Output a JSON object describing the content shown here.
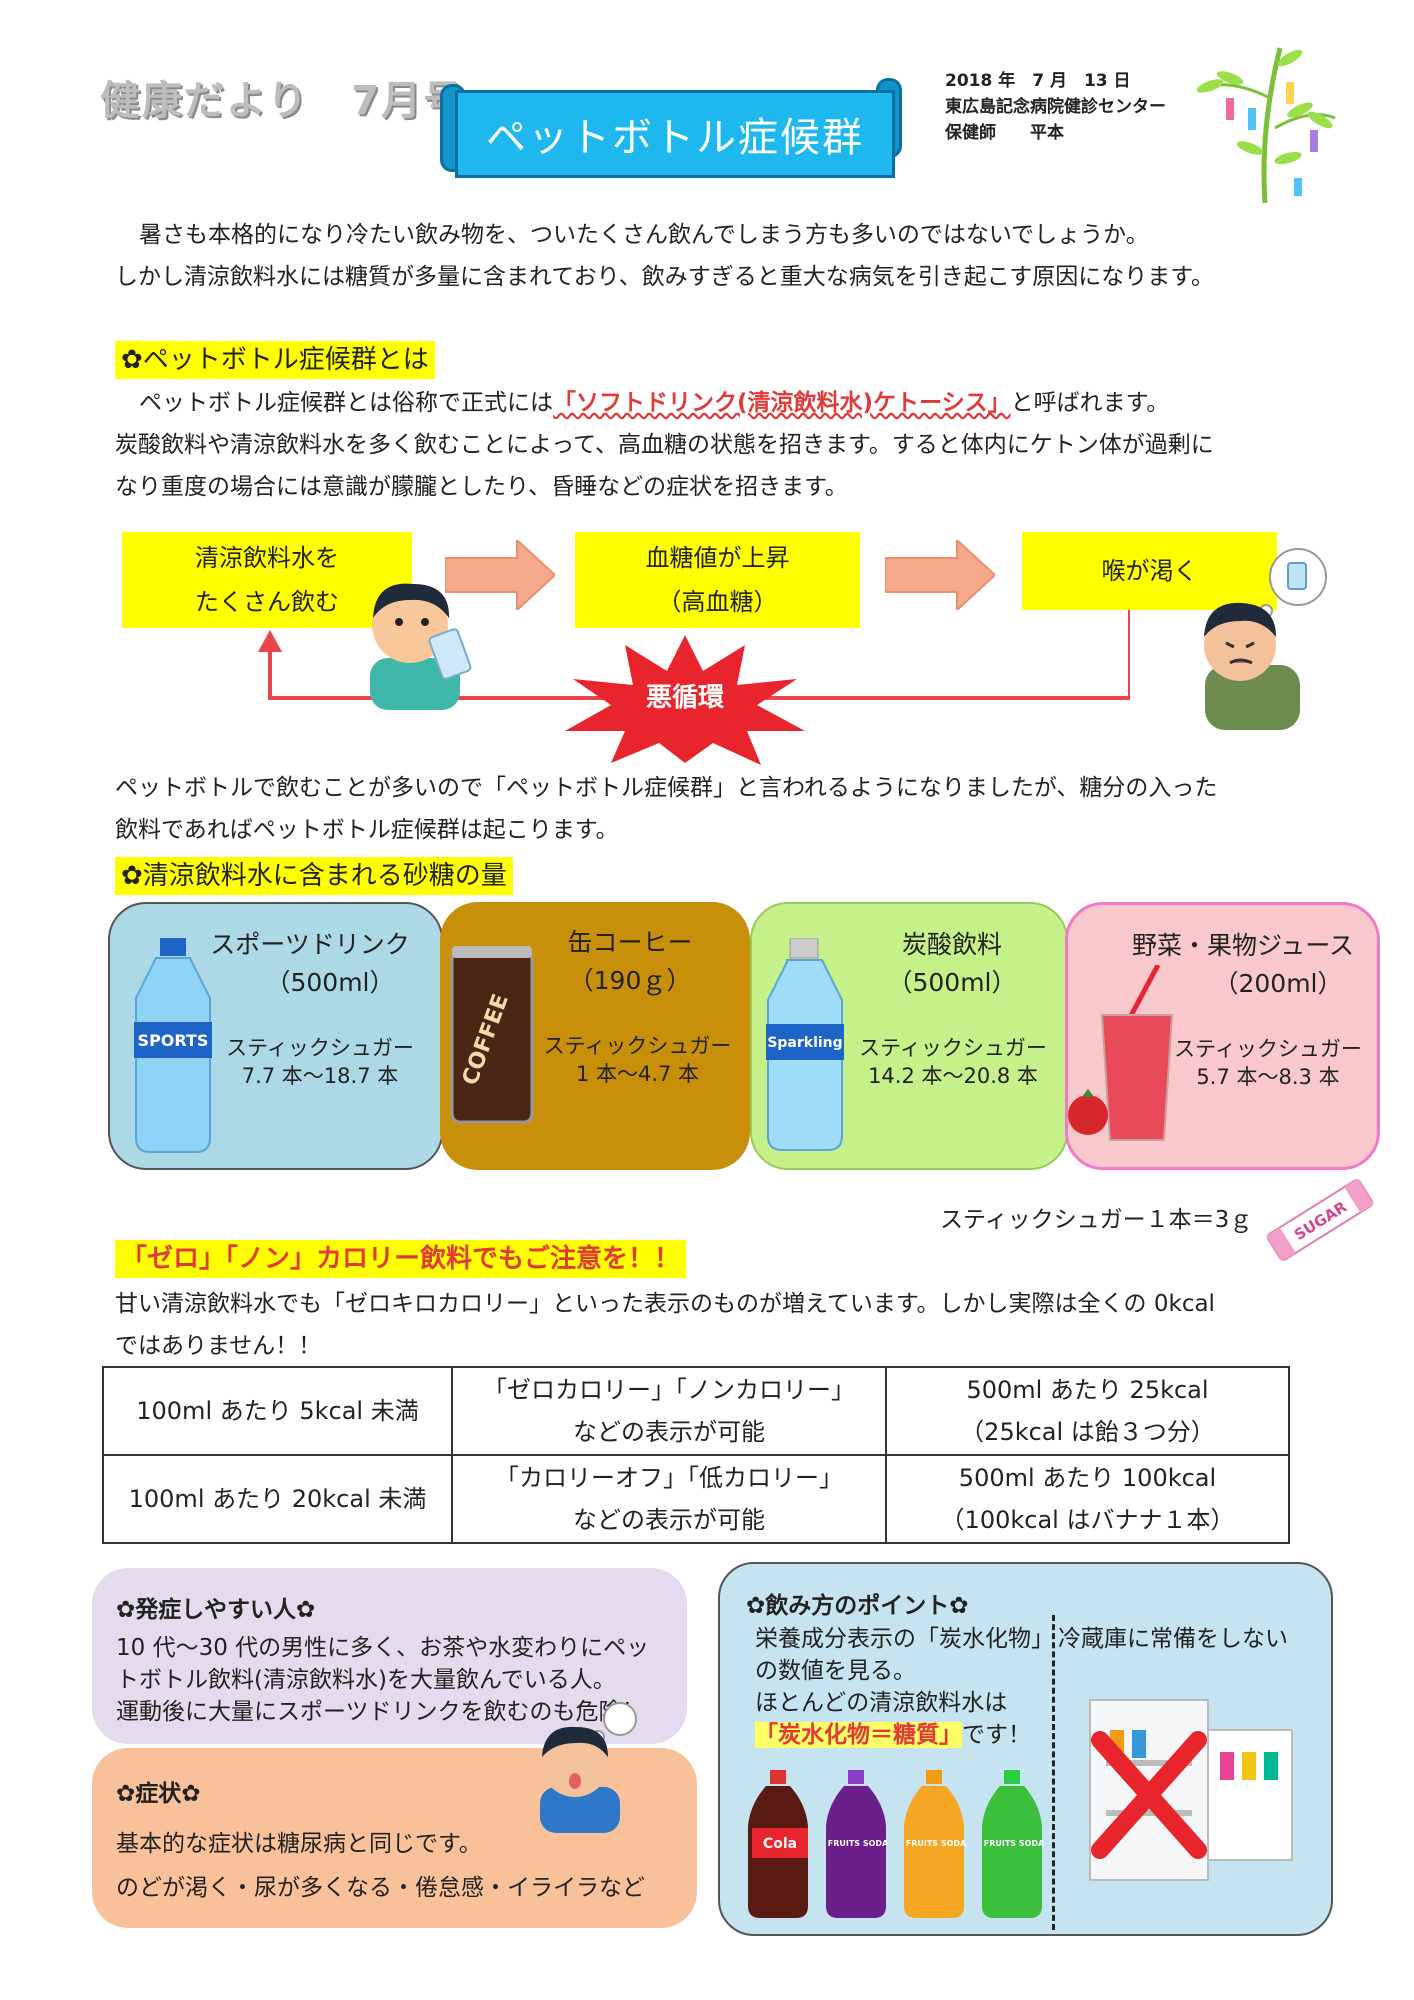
{
  "header": {
    "series": "健康だより　7月号",
    "title": "ペットボトル症候群",
    "date": "2018 年　7 月　13 日",
    "org": "東広島記念病院健診センター",
    "author": "保健師　　平本"
  },
  "intro": {
    "line1": "暑さも本格的になり冷たい飲み物を、ついたくさん飲んでしまう方も多いのではないでしょうか。",
    "line2": "しかし清涼飲料水には糖質が多量に含まれており、飲みすぎると重大な病気を引き起こす原因になります。"
  },
  "section1": {
    "title": "✿ペットボトル症候群とは",
    "line1_pre": "ペットボトル症候群とは俗称で正式には",
    "line1_term": "「ソフトドリンク(清涼飲料水)ケトーシス」",
    "line1_post": "と呼ばれます。",
    "line2": "炭酸飲料や清涼飲料水を多く飲むことによって、高血糖の状態を招きます。すると体内にケトン体が過剰に",
    "line3": "なり重度の場合には意識が朦朧としたり、昏睡などの症状を招きます。"
  },
  "cycle": {
    "step1_a": "清涼飲料水を",
    "step1_b": "たくさん飲む",
    "step2_a": "血糖値が上昇",
    "step2_b": "（高血糖）",
    "step3": "喉が渇く",
    "center": "悪循環",
    "colors": {
      "box": "#ffff00",
      "arrow": "#f6a98a",
      "loop": "#e8444a",
      "burst": "#e8242c"
    }
  },
  "note": {
    "line1": "ペットボトルで飲むことが多いので「ペットボトル症候群」と言われるようになりましたが、糖分の入った",
    "line2": "飲料であればペットボトル症候群は起こります。"
  },
  "section2": {
    "title": "✿清涼飲料水に含まれる砂糖の量",
    "cards": [
      {
        "name": "スポーツドリンク",
        "amount": "（500ml）",
        "label": "スティックシュガー",
        "range": "7.7 本～18.7 本",
        "color": "#add8e6",
        "icon": "sports-bottle-icon",
        "badge": "SPORTS"
      },
      {
        "name": "缶コーヒー",
        "amount": "（190ｇ）",
        "label": "スティックシュガー",
        "range": "1 本～4.7 本",
        "color": "#c8900a",
        "icon": "coffee-can-icon",
        "badge": "COFFEE"
      },
      {
        "name": "炭酸飲料",
        "amount": "（500ml）",
        "label": "スティックシュガー",
        "range": "14.2 本～20.8 本",
        "color": "#c6f08a",
        "icon": "sparkling-bottle-icon",
        "badge": "Sparkling"
      },
      {
        "name": "野菜・果物ジュース",
        "amount": "（200ml）",
        "label": "スティックシュガー",
        "range": "5.7 本～8.3 本",
        "color": "#f9c8cc",
        "icon": "juice-glass-icon",
        "badge": ""
      }
    ],
    "footnote": "スティックシュガー１本＝3ｇ",
    "sugar_badge": "SUGAR"
  },
  "section3": {
    "title": "「ゼロ」「ノン」カロリー飲料でもご注意を！！",
    "line1": "甘い清涼飲料水でも「ゼロキロカロリー」といった表示のものが増えています。しかし実際は全くの 0kcal",
    "line2": "ではありません！！",
    "table": [
      [
        "100ml あたり 5kcal 未満",
        "「ゼロカロリー」「ノンカロリー」",
        "などの表示が可能",
        "500ml あたり 25kcal",
        "（25kcal は飴３つ分）"
      ],
      [
        "100ml あたり 20kcal 未満",
        "「カロリーオフ」「低カロリー」",
        "などの表示が可能",
        "500ml あたり 100kcal",
        "（100kcal はバナナ１本）"
      ]
    ]
  },
  "risk": {
    "title": "✿発症しやすい人✿",
    "lines": [
      "10 代～30 代の男性に多く、お茶や水変わりにペッ",
      "トボトル飲料(清涼飲料水)を大量飲んでいる人。",
      "運動後に大量にスポーツドリンクを飲むのも危険！"
    ]
  },
  "symptoms": {
    "title": "✿症状✿",
    "lines": [
      "基本的な症状は糖尿病と同じです。",
      "のどが渇く・尿が多くなる・倦怠感・イライラなど"
    ]
  },
  "tips": {
    "title": "✿飲み方のポイント✿",
    "left_lines": [
      "栄養成分表示の「炭水化物」",
      "の数値を見る。",
      "ほとんどの清涼飲料水は"
    ],
    "left_em": "「炭水化物＝糖質」",
    "left_post": "です！",
    "right": "冷蔵庫に常備をしない",
    "bottles": [
      "Cola",
      "FRUITS SODA",
      "FRUITS SODA",
      "FRUITS SODA"
    ]
  }
}
